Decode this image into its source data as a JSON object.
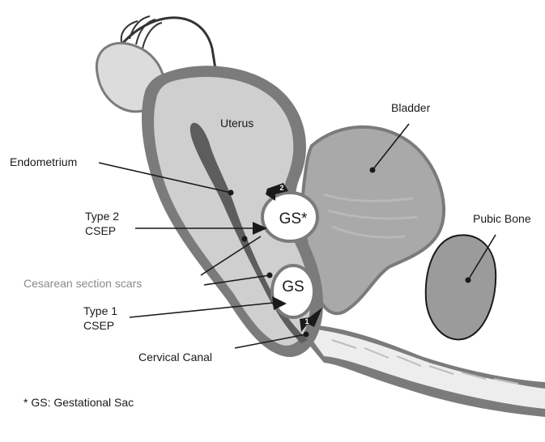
{
  "labels": {
    "uterus": "Uterus",
    "bladder": "Bladder",
    "endometrium": "Endometrium",
    "type2_line1": "Type 2",
    "type2_line2": "CSEP",
    "pubic_bone": "Pubic Bone",
    "cesarean_scars": "Cesarean section scars",
    "type1_line1": "Type 1",
    "type1_line2": "CSEP",
    "cervical_canal": "Cervical Canal",
    "gs_type2": "GS*",
    "gs_type1": "GS",
    "arrow2_number": "2",
    "arrow1_number": "1"
  },
  "footnote": "* GS: Gestational Sac",
  "colors": {
    "outline": "#7b7b7b",
    "tissue": "#cfcfcf",
    "endometrium": "#5d5d5d",
    "bladder": "#a9a9a9",
    "bone": "#9b9b9b",
    "light": "#e9e9e9",
    "ink": "#1a1a1a",
    "scar_text": "#8a8a8a"
  }
}
